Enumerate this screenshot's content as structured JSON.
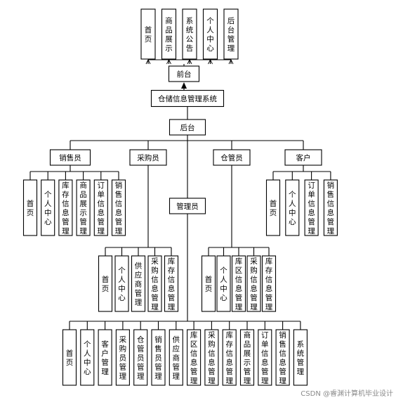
{
  "diagram": {
    "system": "仓储信息管理系统",
    "frontend": {
      "label": "前台",
      "modules": [
        "首页",
        "商品展示",
        "系统公告",
        "个人中心",
        "后台管理"
      ]
    },
    "backend": {
      "label": "后台",
      "roles": [
        {
          "label": "销售员",
          "modules": [
            "首页",
            "个人中心",
            "库存信息管理",
            "商品展示管理",
            "订单信息管理",
            "销售信息管理"
          ]
        },
        {
          "label": "采购员",
          "modules": [
            "首页",
            "个人中心",
            "供应商管理",
            "采购信息管理",
            "库存信息管理"
          ]
        },
        {
          "label": "仓管员",
          "modules": [
            "首页",
            "个人中心",
            "库区信息管理",
            "采购信息管理",
            "库存信息管理"
          ]
        },
        {
          "label": "客户",
          "modules": [
            "首页",
            "个人中心",
            "订单信息管理",
            "销售信息管理"
          ]
        },
        {
          "label": "管理员",
          "modules": [
            "首页",
            "个人中心",
            "客户管理",
            "采购员管理",
            "仓管员管理",
            "销售员管理",
            "供应商管理",
            "库区信息管理",
            "采购信息管理",
            "库存信息管理",
            "商品展示管理",
            "订单信息管理",
            "销售信息管理",
            "系统管理"
          ]
        }
      ]
    }
  },
  "watermark": "CSDN @睿渊计算机毕业设计"
}
